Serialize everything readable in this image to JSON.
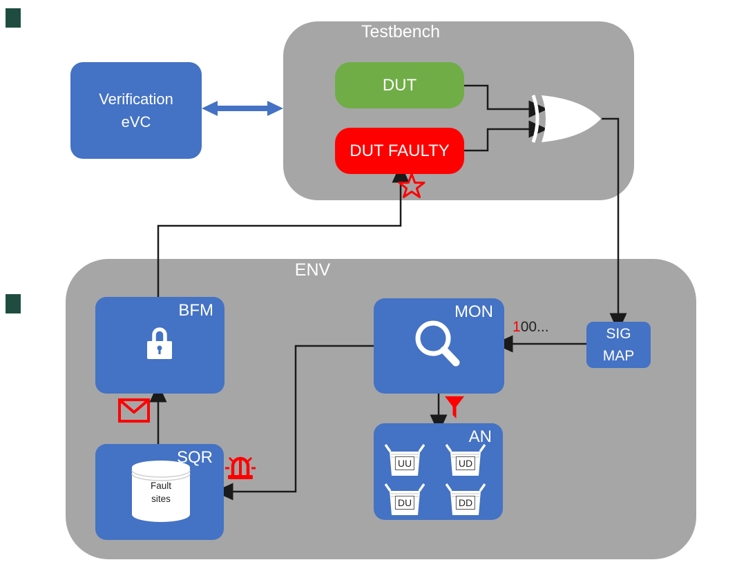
{
  "canvas": {
    "background": "#ffffff"
  },
  "colors": {
    "node_blue": "#4472C4",
    "dut_green": "#70AD47",
    "fault_red": "#FF0000",
    "container_gray": "#A6A6A6",
    "connector_black": "#1a1a1a",
    "side_marker_green": "#1e4d40"
  },
  "verification_evc": {
    "label_lines": [
      "Verification",
      "eVC"
    ]
  },
  "testbench": {
    "label": "Testbench",
    "dut": {
      "label": "DUT"
    },
    "dut_faulty": {
      "label": "DUT FAULTY"
    },
    "gate": {
      "icon": "xor-gate"
    }
  },
  "env": {
    "label": "ENV",
    "bfm": {
      "label": "BFM",
      "icon": "lock"
    },
    "mon": {
      "label": "MON",
      "icon": "magnifying-glass"
    },
    "sig_map": {
      "label_lines": [
        "SIG",
        "MAP"
      ]
    },
    "sqr": {
      "label": "SQR",
      "database": {
        "label_lines": [
          "Fault",
          "sites"
        ]
      }
    },
    "an": {
      "label": "AN",
      "bins": [
        {
          "label": "UU"
        },
        {
          "label": "UD"
        },
        {
          "label": "DU"
        },
        {
          "label": "DD"
        }
      ]
    }
  },
  "annotations": {
    "signal_value": {
      "prefix": "1",
      "rest": "00..."
    },
    "icons": {
      "fault_injection": "star",
      "sequence_mail": "envelope",
      "alarm": "siren",
      "filter": "funnel"
    }
  }
}
